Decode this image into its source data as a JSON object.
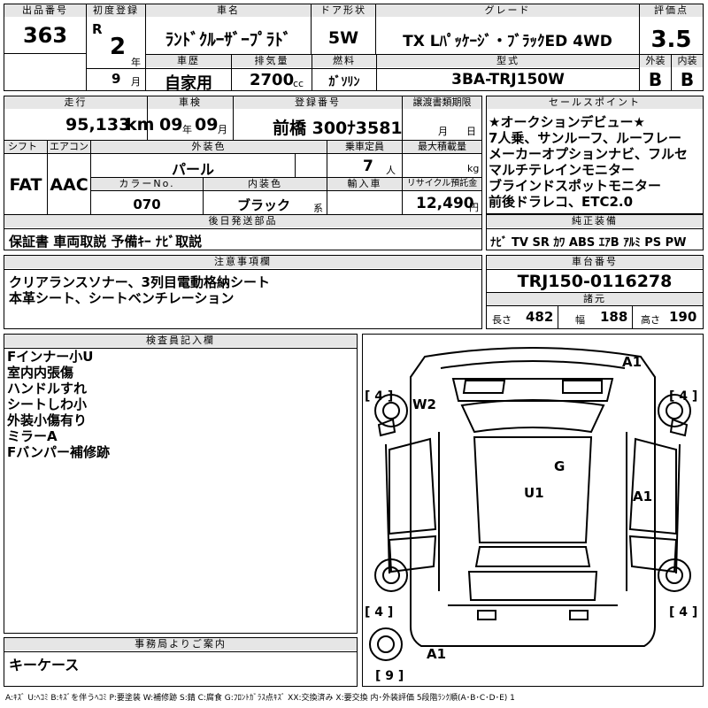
{
  "top": {
    "lot_label": "出品番号",
    "lot": "363",
    "first_reg_label": "初度登録",
    "era": "R",
    "year": "2",
    "year_unit": "年",
    "month": "9",
    "month_unit": "月",
    "car_name_label": "車名",
    "car_name": "ﾗﾝﾄﾞｸﾙｰｻﾞｰﾌﾟﾗﾄﾞ",
    "door_label": "ドア形状",
    "door": "5W",
    "grade_label": "グレード",
    "grade": "TX Lﾊﾟｯｹｰｼﾞ・ﾌﾞﾗｯｸED 4WD",
    "score_label": "評価点",
    "score": "3.5",
    "ext_label": "外装",
    "ext": "B",
    "int_label": "内装",
    "int": "B",
    "history_label": "車歴",
    "history": "自家用",
    "displacement_label": "排気量",
    "displacement": "2700",
    "displacement_unit": "cc",
    "fuel_label": "燃料",
    "fuel": "ｶﾞｿﾘﾝ",
    "model_label": "型式",
    "model": "3BA-TRJ150W"
  },
  "mid": {
    "mileage_label": "走行",
    "mileage": "95,133",
    "mileage_unit": "km",
    "inspection_label": "車検",
    "insp_year": "09",
    "insp_year_unit": "年",
    "insp_month": "09",
    "insp_month_unit": "月",
    "plate_label": "登録番号",
    "plate": "前橋 300ﾅ3581",
    "deadline_label": "譲渡書類期限",
    "deadline_month_unit": "月",
    "deadline_day_unit": "日",
    "shift_label": "シフト",
    "shift": "FAT",
    "ac_label": "エアコン",
    "ac": "AAC",
    "color_label": "外装色",
    "color": "パール",
    "capacity_label": "乗車定員",
    "capacity": "7",
    "capacity_unit": "人",
    "load_label": "最大積載量",
    "load_unit": "kg",
    "color_no_label": "カラーNo.",
    "color_no": "070",
    "interior_label": "内装色",
    "interior": "ブラック",
    "interior_unit": "系",
    "import_label": "輸入車",
    "recycle_label": "リサイクル預託金",
    "recycle": "12,490",
    "recycle_unit": "円",
    "later_label": "後日発送部品",
    "later": "保証書 車両取説 予備ｷｰ ﾅﾋﾞ取説"
  },
  "sales": {
    "label": "セールスポイント",
    "lines": [
      "★オークションデビュー★",
      "7人乗、サンルーフ、ルーフレー",
      "メーカーオプションナビ、フルセ",
      "マルチテレインモニター",
      "ブラインドスポットモニター",
      "前後ドラレコ、ETC2.0"
    ]
  },
  "equipment": {
    "label": "純正装備",
    "items": "ﾅﾋﾞ TV SR ｶﾜ ABS ｴｱB ｱﾙﾐ PS PW"
  },
  "notes": {
    "label": "注意事項欄",
    "lines": [
      "クリアランスソナー、3列目電動格納シート",
      "本革シート、シートベンチレーション"
    ]
  },
  "chassis": {
    "label": "車台番号",
    "number": "TRJ150-0116278"
  },
  "dims": {
    "label": "諸元",
    "length_label": "長さ",
    "length": "482",
    "width_label": "幅",
    "width": "188",
    "height_label": "高さ",
    "height": "190"
  },
  "inspector": {
    "label": "検査員記入欄",
    "lines": [
      "Fインナー小U",
      "室内内張傷",
      "ハンドルすれ",
      "シートしわ小",
      "外装小傷有り",
      "ミラーA",
      "Fバンパー補修跡"
    ]
  },
  "office": {
    "label": "事務局よりご案内",
    "text": "キーケース"
  },
  "diagram": {
    "marks": [
      "A1",
      "W2",
      "G",
      "U1",
      "A1",
      "A1"
    ],
    "tires": [
      "[ 4 ]",
      "[ 4 ]",
      "[ 4 ]",
      "[ 4 ]",
      "[ 9 ]"
    ]
  },
  "legend": "A:ｷｽﾞ U:ﾍｺﾐ B:ｷｽﾞを伴うﾍｺﾐ P:要塗装 W:補修跡 S:錆 C:腐食 G:ﾌﾛﾝﾄｶﾞﾗｽ点ｷｽﾞ XX:交換済み X:要交換 内･外装評価 5段階ﾗﾝｸ順(A･B･C･D･E) 1"
}
